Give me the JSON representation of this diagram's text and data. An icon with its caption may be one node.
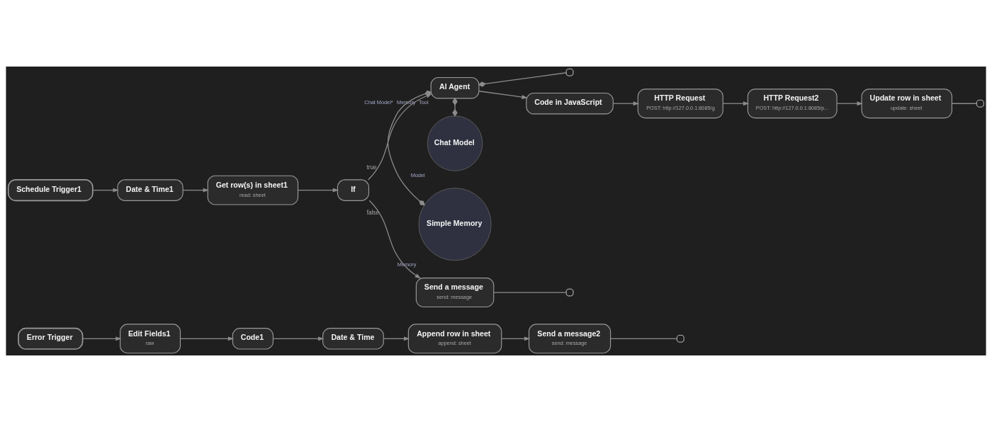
{
  "diagram": {
    "nodes": [
      {
        "text": [
          "Schedule Trigger1"
        ]
      },
      {
        "text": [
          "Date & Time1"
        ]
      },
      {
        "text": [
          "Get row(s) in sheet1",
          "read: sheet"
        ]
      },
      {
        "text": [
          "If"
        ]
      },
      {
        "text": [
          "AI Agent"
        ],
        "beside": [
          "Chat Model*",
          "Memory",
          "Tool"
        ]
      },
      {
        "text": [
          "Chat Model"
        ],
        "beside": [
          "Model"
        ]
      },
      {
        "text": [
          "Simple Memory"
        ],
        "beside": [
          "Memory"
        ]
      },
      {
        "text": [],
        "shape": "box"
      },
      {
        "text": [
          "Code in JavaScript"
        ]
      },
      {
        "text": [
          "HTTP Request",
          "POST: http://127.0.0.1:8085/g"
        ]
      },
      {
        "text": [
          "HTTP Request2",
          "POST: http://127.0.0.1:8085/p..."
        ]
      },
      {
        "text": [
          "Update row in sheet",
          "update: sheet"
        ]
      },
      {
        "text": [],
        "shape": "box"
      },
      {
        "text": [
          "Send a message",
          "send: message"
        ]
      },
      {
        "text": [],
        "shape": "box"
      },
      {
        "text": [
          "Error Trigger"
        ]
      },
      {
        "text": [
          "Edit Fields1",
          "raw"
        ]
      },
      {
        "text": [
          "Code1"
        ]
      },
      {
        "text": [
          "Date & Time"
        ]
      },
      {
        "text": [
          "Append row in sheet",
          "append: sheet"
        ]
      },
      {
        "text": [
          "Send a message2",
          "send: message"
        ]
      },
      {
        "text": [],
        "shape": "box"
      }
    ],
    "edges": [
      {
        "from": 0,
        "to": 1,
        "arrow": "to"
      },
      {
        "from": 1,
        "to": 2,
        "arrow": "to"
      },
      {
        "from": 2,
        "to": 3,
        "arrow": "to"
      },
      {
        "from": 3,
        "to": 4,
        "arrow": "to",
        "label": "true"
      },
      {
        "from": 3,
        "to": 13,
        "arrow": "to",
        "label": "false"
      },
      {
        "from": 4,
        "to": 5,
        "arrow": "other"
      },
      {
        "from": 4,
        "to": 6,
        "arrow": "other"
      },
      {
        "from": 4,
        "to": 7,
        "arrow": "other"
      },
      {
        "from": 4,
        "to": 8,
        "arrow": "to"
      },
      {
        "from": 8,
        "to": 9,
        "arrow": "to"
      },
      {
        "from": 9,
        "to": 10,
        "arrow": "to"
      },
      {
        "from": 10,
        "to": 11,
        "arrow": "to"
      },
      {
        "from": 11,
        "to": 12,
        "arrow": "none"
      },
      {
        "from": 13,
        "to": 14,
        "arrow": "none"
      },
      {
        "from": 15,
        "to": 16,
        "arrow": "to"
      },
      {
        "from": 16,
        "to": 17,
        "arrow": "to"
      },
      {
        "from": 17,
        "to": 18,
        "arrow": "to"
      },
      {
        "from": 18,
        "to": 19,
        "arrow": "to"
      },
      {
        "from": 19,
        "to": 20,
        "arrow": "to"
      },
      {
        "from": 20,
        "to": 21,
        "arrow": "none"
      }
    ]
  }
}
